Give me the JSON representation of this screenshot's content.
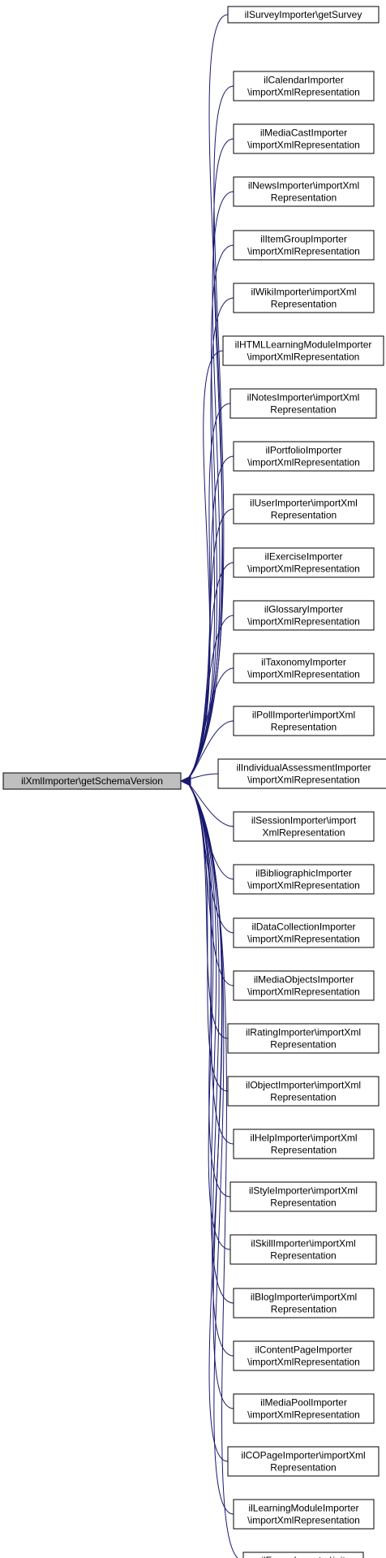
{
  "focus_node": {
    "lines": [
      "ilXmlImporter\\getSchemaVersion"
    ]
  },
  "callers": [
    {
      "lines": [
        "ilSurveyImporter\\getSurvey"
      ]
    },
    {
      "lines": [
        "ilCalendarImporter",
        "\\importXmlRepresentation"
      ]
    },
    {
      "lines": [
        "ilMediaCastImporter",
        "\\importXmlRepresentation"
      ]
    },
    {
      "lines": [
        "ilNewsImporter\\importXml",
        "Representation"
      ]
    },
    {
      "lines": [
        "ilItemGroupImporter",
        "\\importXmlRepresentation"
      ]
    },
    {
      "lines": [
        "ilWikiImporter\\importXml",
        "Representation"
      ]
    },
    {
      "lines": [
        "ilHTMLLearningModuleImporter",
        "\\importXmlRepresentation"
      ]
    },
    {
      "lines": [
        "ilNotesImporter\\importXml",
        "Representation"
      ]
    },
    {
      "lines": [
        "ilPortfolioImporter",
        "\\importXmlRepresentation"
      ]
    },
    {
      "lines": [
        "ilUserImporter\\importXml",
        "Representation"
      ]
    },
    {
      "lines": [
        "ilExerciseImporter",
        "\\importXmlRepresentation"
      ]
    },
    {
      "lines": [
        "ilGlossaryImporter",
        "\\importXmlRepresentation"
      ]
    },
    {
      "lines": [
        "ilTaxonomyImporter",
        "\\importXmlRepresentation"
      ]
    },
    {
      "lines": [
        "ilPollImporter\\importXml",
        "Representation"
      ]
    },
    {
      "lines": [
        "ilIndividualAssessmentImporter",
        "\\importXmlRepresentation"
      ]
    },
    {
      "lines": [
        "ilSessionImporter\\import",
        "XmlRepresentation"
      ]
    },
    {
      "lines": [
        "ilBibliographicImporter",
        "\\importXmlRepresentation"
      ]
    },
    {
      "lines": [
        "ilDataCollectionImporter",
        "\\importXmlRepresentation"
      ]
    },
    {
      "lines": [
        "ilMediaObjectsImporter",
        "\\importXmlRepresentation"
      ]
    },
    {
      "lines": [
        "ilRatingImporter\\importXml",
        "Representation"
      ]
    },
    {
      "lines": [
        "ilObjectImporter\\importXml",
        "Representation"
      ]
    },
    {
      "lines": [
        "ilHelpImporter\\importXml",
        "Representation"
      ]
    },
    {
      "lines": [
        "ilStyleImporter\\importXml",
        "Representation"
      ]
    },
    {
      "lines": [
        "ilSkillImporter\\importXml",
        "Representation"
      ]
    },
    {
      "lines": [
        "ilBlogImporter\\importXml",
        "Representation"
      ]
    },
    {
      "lines": [
        "ilContentPageImporter",
        "\\importXmlRepresentation"
      ]
    },
    {
      "lines": [
        "ilMediaPoolImporter",
        "\\importXmlRepresentation"
      ]
    },
    {
      "lines": [
        "ilCOPageImporter\\importXml",
        "Representation"
      ]
    },
    {
      "lines": [
        "ilLearningModuleImporter",
        "\\importXmlRepresentation"
      ]
    },
    {
      "lines": [
        "ilForumImporter\\init"
      ]
    }
  ],
  "colors": {
    "edge": "#191970",
    "focus_fill": "#bfbfbf",
    "node_fill": "#ffffff",
    "node_stroke": "#000000"
  }
}
